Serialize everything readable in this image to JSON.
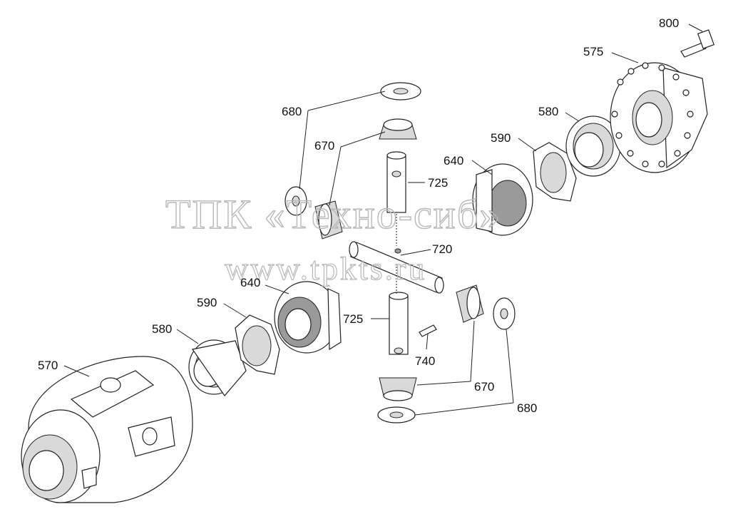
{
  "watermark": {
    "line1": "ТПК «Техно-сиб»",
    "line2": "www.tpkts.ru"
  },
  "callouts": [
    {
      "id": "c800",
      "text": "800"
    },
    {
      "id": "c575",
      "text": "575"
    },
    {
      "id": "c680a",
      "text": "680"
    },
    {
      "id": "c580a",
      "text": "580"
    },
    {
      "id": "c590a",
      "text": "590"
    },
    {
      "id": "c670a",
      "text": "670"
    },
    {
      "id": "c640a",
      "text": "640"
    },
    {
      "id": "c725a",
      "text": "725"
    },
    {
      "id": "c720",
      "text": "720"
    },
    {
      "id": "c640b",
      "text": "640"
    },
    {
      "id": "c590b",
      "text": "590"
    },
    {
      "id": "c580b",
      "text": "580"
    },
    {
      "id": "c725b",
      "text": "725"
    },
    {
      "id": "c570",
      "text": "570"
    },
    {
      "id": "c740",
      "text": "740"
    },
    {
      "id": "c670b",
      "text": "670"
    },
    {
      "id": "c680b",
      "text": "680"
    }
  ],
  "colors": {
    "line": "#222222",
    "watermark": "#b8b8b8",
    "background": "#ffffff"
  }
}
